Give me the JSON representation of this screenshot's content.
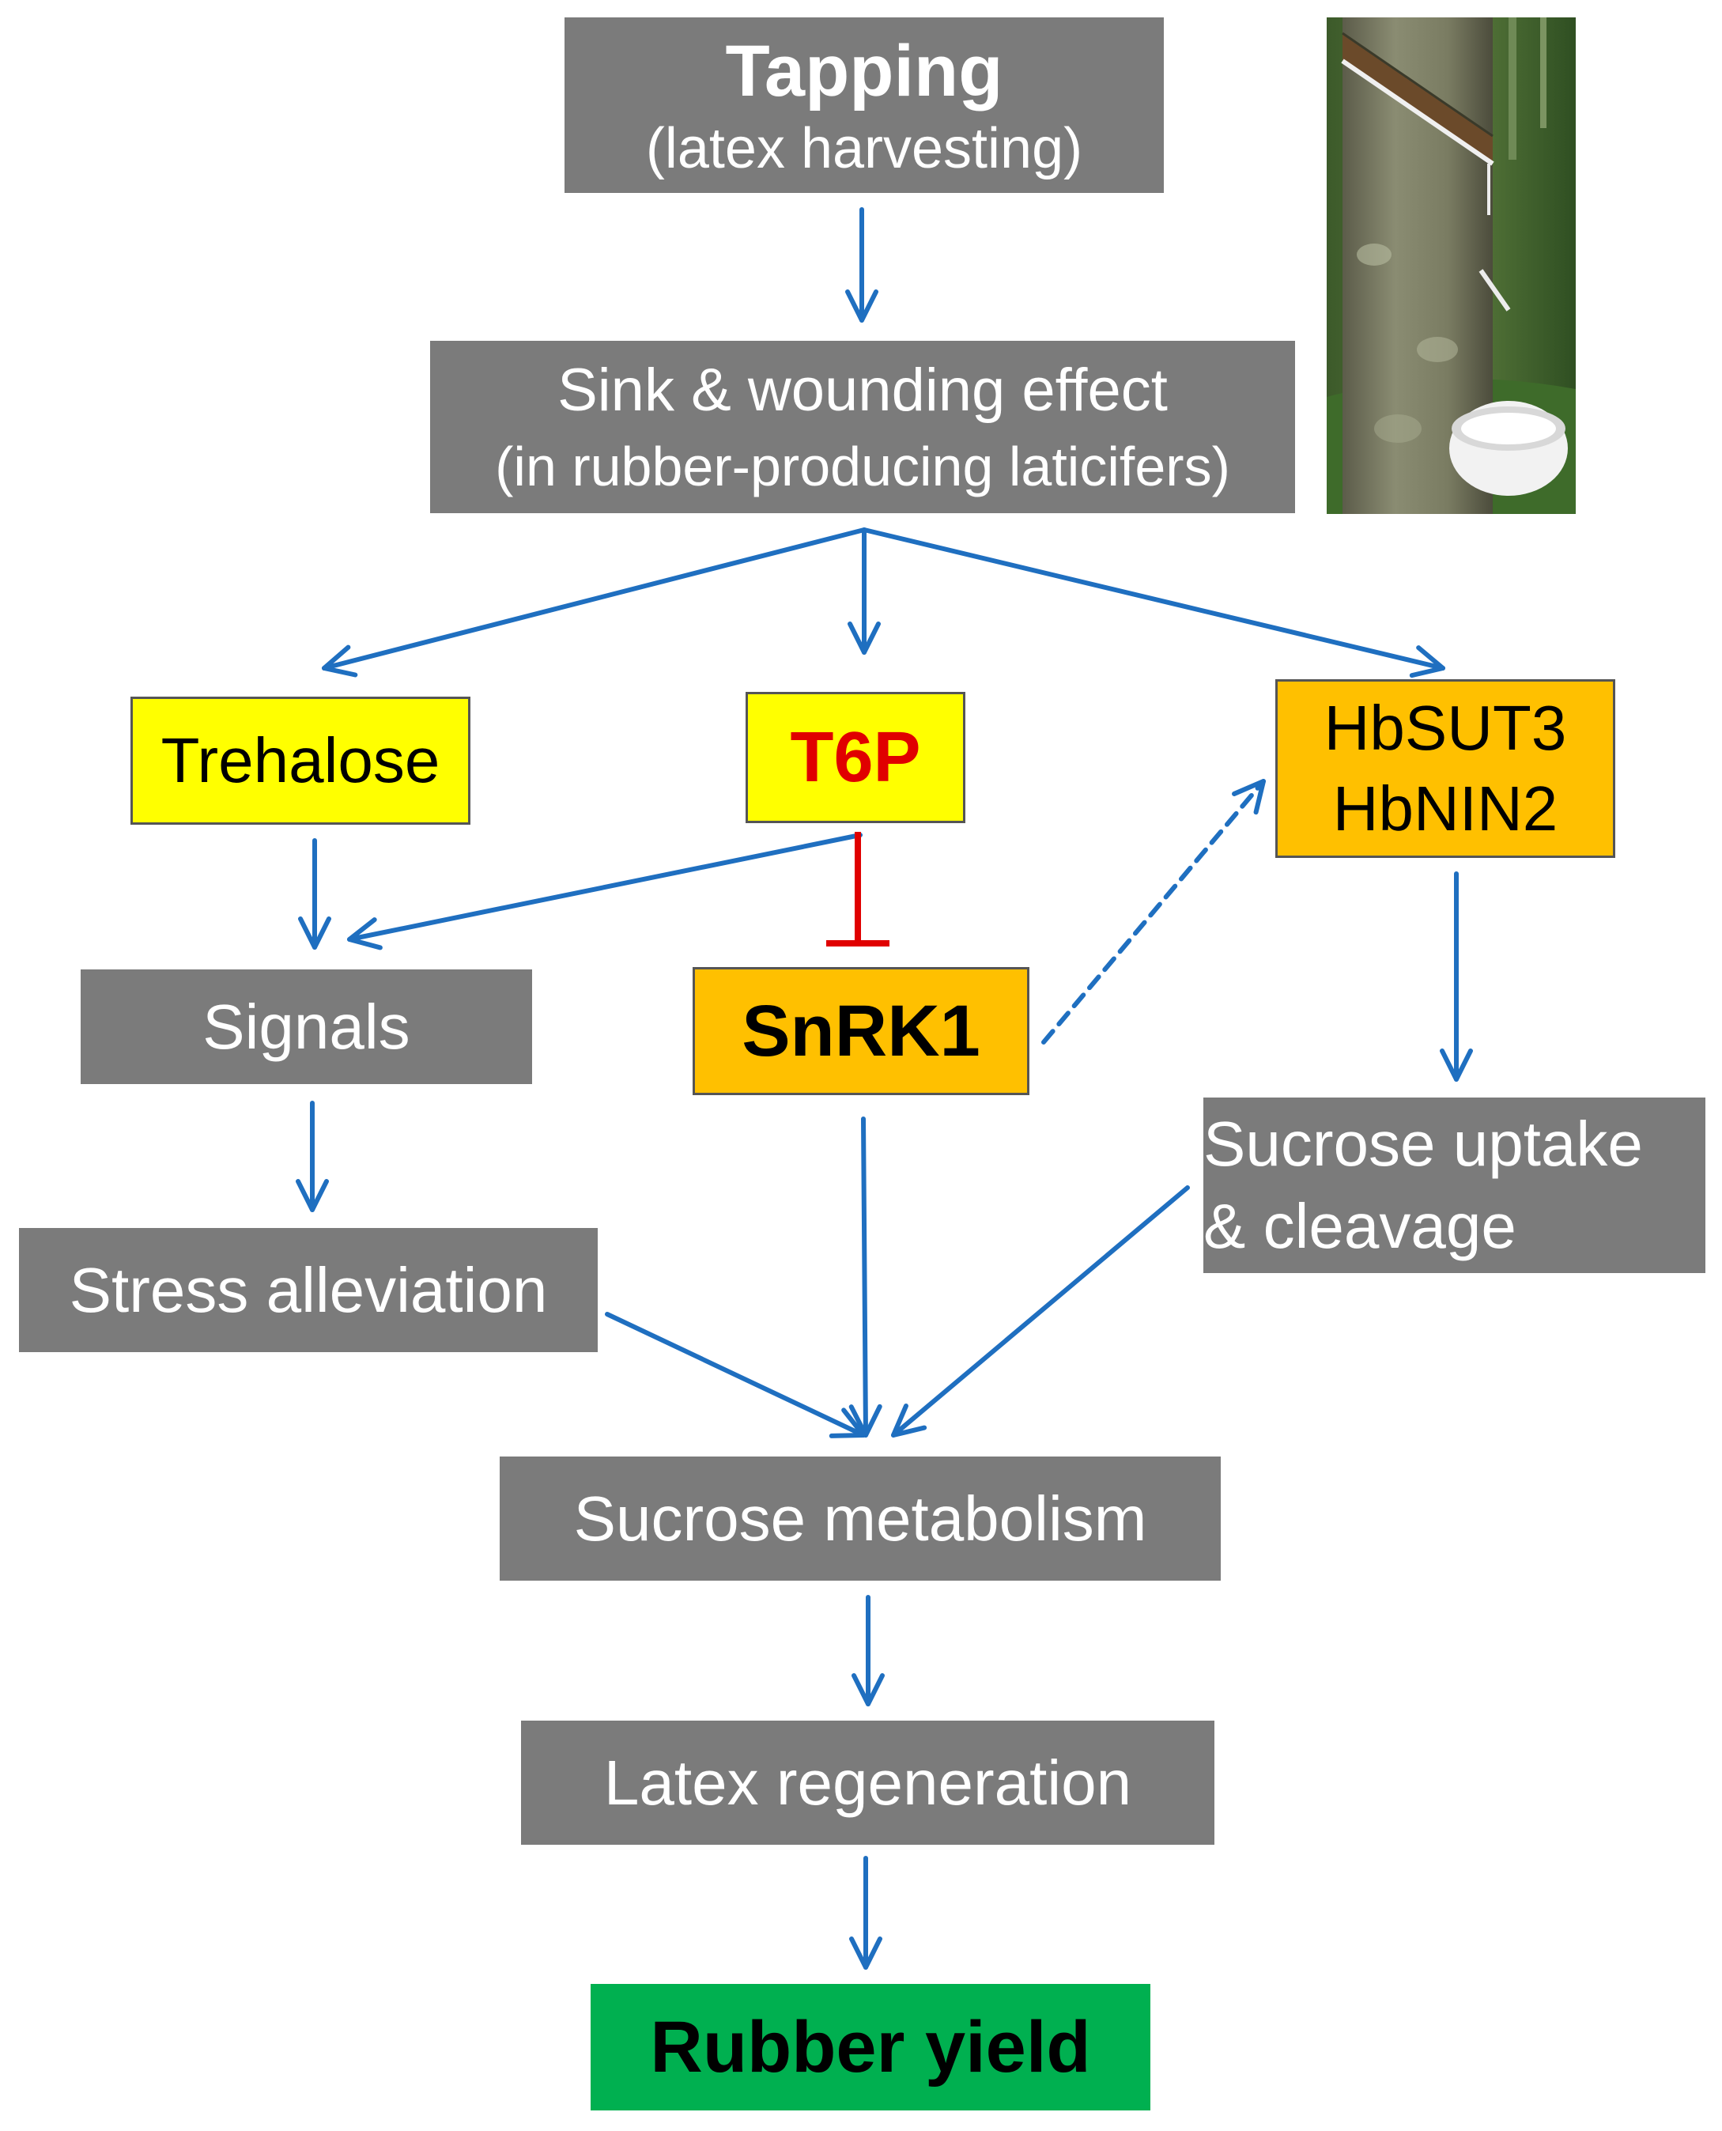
{
  "nodes": {
    "tapping": {
      "title": "Tapping",
      "subtitle": "(latex harvesting)"
    },
    "sink": {
      "line1": "Sink & wounding effect",
      "line2": "(in rubber-producing laticifers)"
    },
    "trehalose": {
      "label": "Trehalose"
    },
    "t6p": {
      "label": "T6P"
    },
    "hbsut3": {
      "line1": "HbSUT3",
      "line2": "HbNIN2"
    },
    "signals": {
      "label": "Signals"
    },
    "snrk1": {
      "label": "SnRK1"
    },
    "sucrose_uptake": {
      "line1": "Sucrose uptake",
      "line2": "& cleavage"
    },
    "stress": {
      "label": "Stress alleviation"
    },
    "sucrose_metabolism": {
      "label": "Sucrose metabolism"
    },
    "latex_regen": {
      "label": "Latex regeneration"
    },
    "rubber_yield": {
      "label": "Rubber yield"
    }
  },
  "colors": {
    "grey_box": "#7b7b7b",
    "yellow_box": "#ffff00",
    "orange_box": "#ffc000",
    "green_box": "#00b050",
    "t6p_text": "#e00000",
    "arrow": "#1f6fc0",
    "inhibition": "#e00000"
  }
}
